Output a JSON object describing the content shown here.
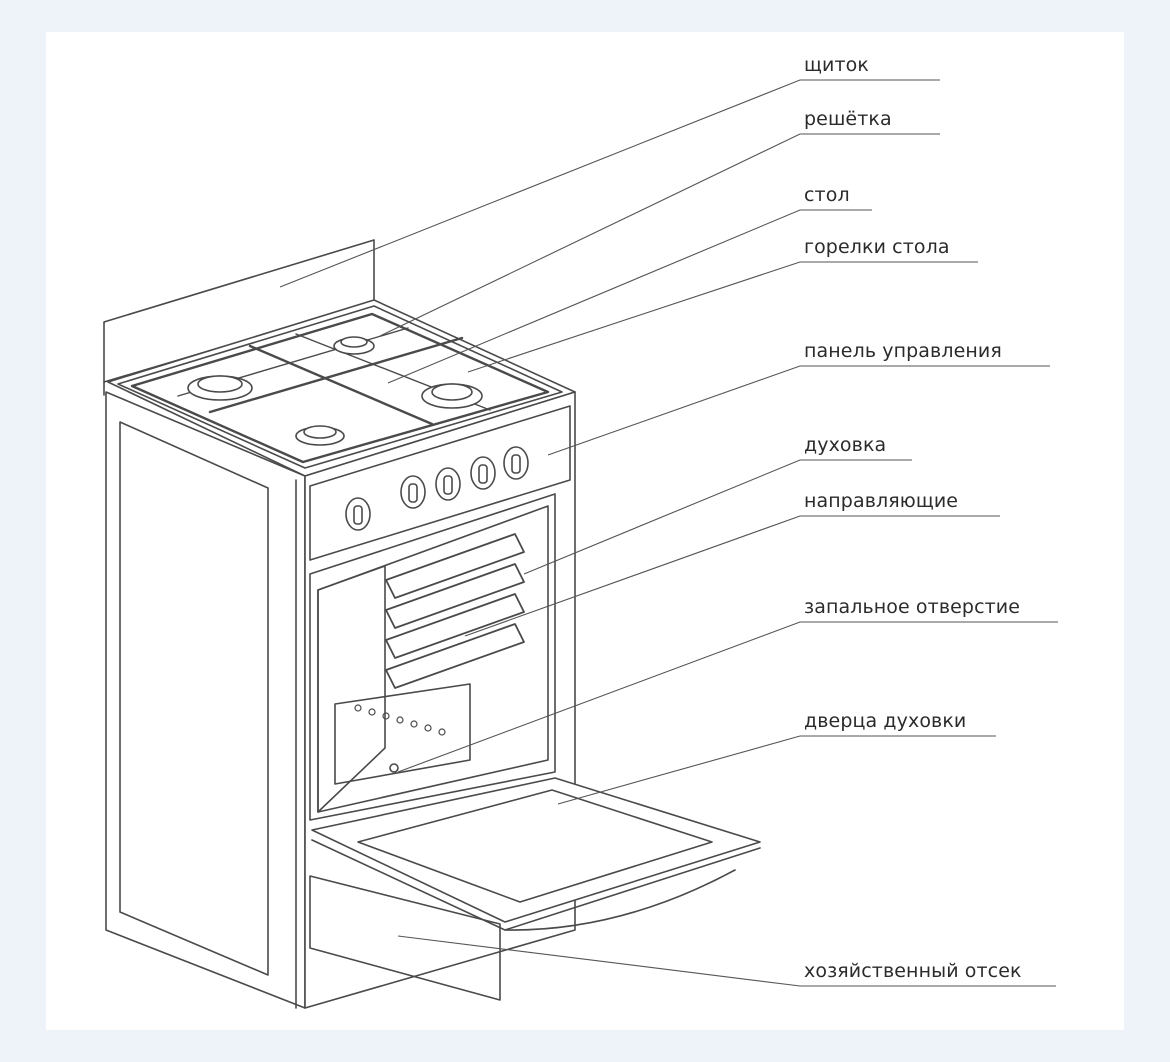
{
  "labels": [
    {
      "key": "shield",
      "text": "щиток"
    },
    {
      "key": "grate",
      "text": "решётка"
    },
    {
      "key": "table",
      "text": "стол"
    },
    {
      "key": "burners",
      "text": "горелки стола"
    },
    {
      "key": "control_panel",
      "text": "панель управления"
    },
    {
      "key": "oven",
      "text": "духовка"
    },
    {
      "key": "guides",
      "text": "направляющие"
    },
    {
      "key": "ignition_hole",
      "text": "запальное отверстие"
    },
    {
      "key": "oven_door",
      "text": "дверца духовки"
    },
    {
      "key": "storage",
      "text": "хозяйственный отсек"
    }
  ],
  "colors": {
    "background": "#eef3fa",
    "panel": "#ffffff",
    "line": "#4a4a4a",
    "leader": "#555555",
    "text": "#2b2b2b"
  }
}
